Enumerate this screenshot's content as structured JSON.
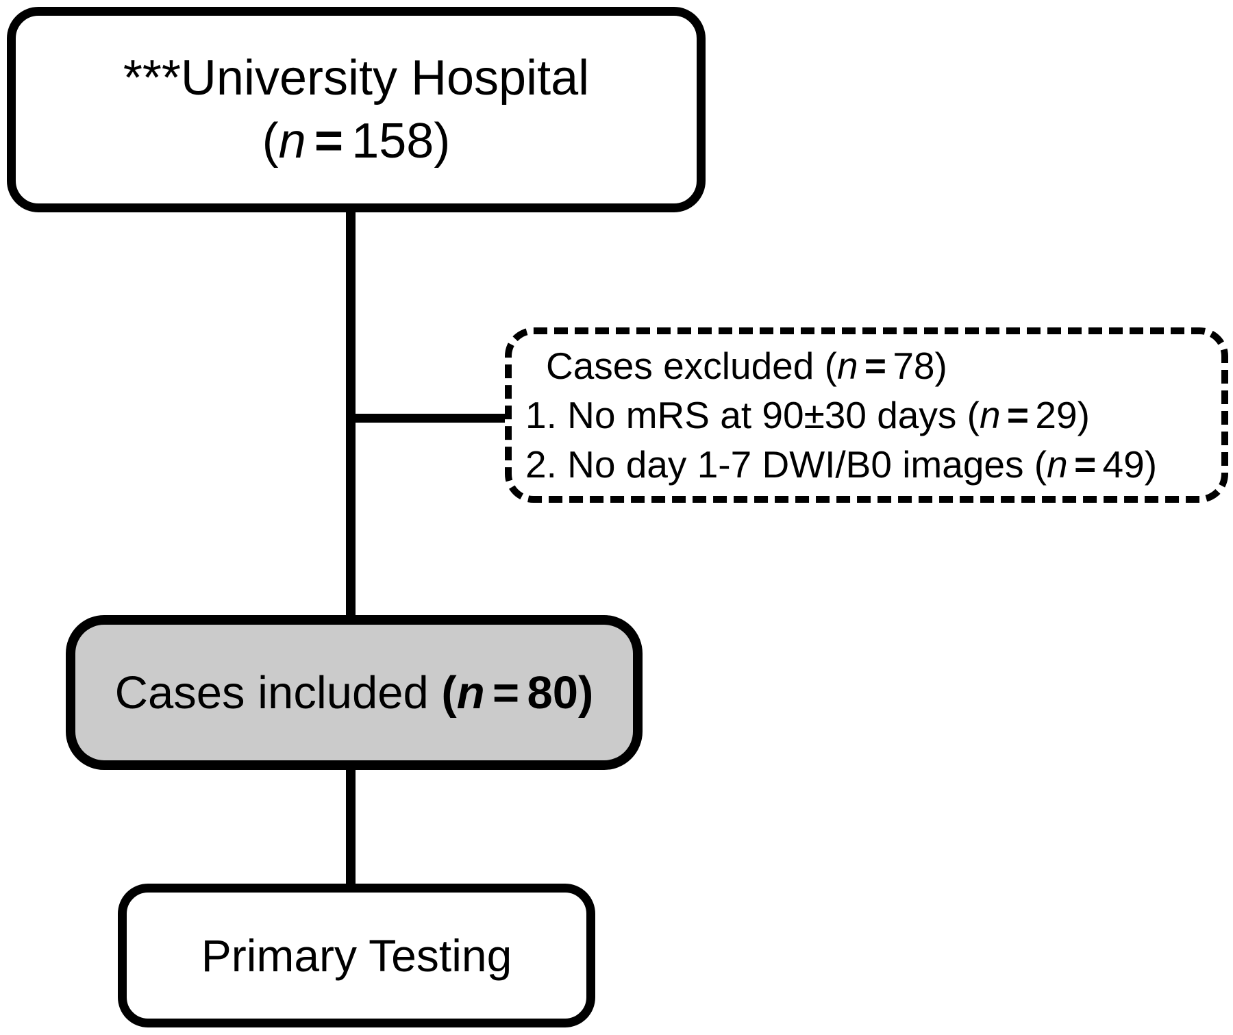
{
  "enrollment": {
    "title": "***University Hospital",
    "count": {
      "open": "(",
      "n": "n",
      "eq": "=",
      "post": "158)"
    }
  },
  "excluded": {
    "title": {
      "pre": "Cases excluded (",
      "n": "n",
      "eq": "=",
      "post": "78)"
    },
    "item1": {
      "pre": "1. No mRS at 90±30 days (",
      "n": "n",
      "eq": "=",
      "post": "29)"
    },
    "item2": {
      "pre": "2. No day 1-7 DWI/B0 images (",
      "n": "n",
      "eq": "=",
      "post": "49)"
    }
  },
  "included": {
    "lead": "Cases included ",
    "count": {
      "open": "(",
      "n": "n",
      "eq": "=",
      "post": "80)"
    }
  },
  "primary": {
    "label": "Primary Testing"
  },
  "colors": {
    "background": "#ffffff",
    "stroke": "#000000",
    "text": "#000000",
    "included_fill": "#cbcbcb"
  }
}
